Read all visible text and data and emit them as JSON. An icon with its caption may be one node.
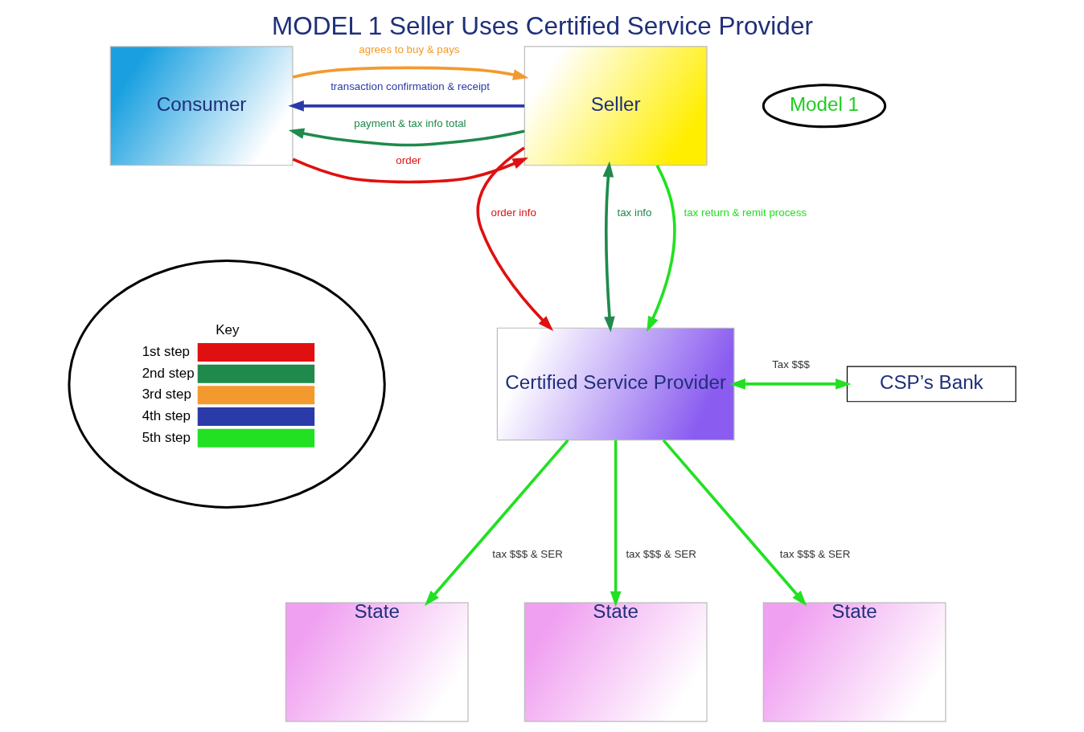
{
  "diagram": {
    "title": "MODEL 1 Seller Uses Certified Service Provider",
    "nodes": [
      {
        "text": [
          "Consumer"
        ]
      },
      {
        "text": [
          "Seller"
        ]
      },
      {
        "text": [
          "Model 1"
        ]
      },
      {
        "text": [
          "Certified Service Provider"
        ]
      },
      {
        "text": [
          "CSP’s Bank"
        ]
      },
      {
        "text": [
          "State"
        ]
      },
      {
        "text": [
          "State"
        ]
      },
      {
        "text": [
          "State"
        ]
      }
    ],
    "edges": [
      {
        "from": 0,
        "to": 1,
        "arrow": "to",
        "label": "order",
        "color": "#e01010"
      },
      {
        "from": 1,
        "to": 0,
        "arrow": "to",
        "label": "payment & tax info total",
        "color": "#1f8a4c"
      },
      {
        "from": 0,
        "to": 1,
        "arrow": "to",
        "label": "agrees to buy & pays",
        "color": "#f39a2e"
      },
      {
        "from": 1,
        "to": 0,
        "arrow": "to",
        "label": "transaction confirmation & receipt",
        "color": "#2a3aa8"
      },
      {
        "from": 1,
        "to": 3,
        "arrow": "to",
        "label": "order info",
        "color": "#e01010"
      },
      {
        "from": 1,
        "to": 3,
        "arrow": "both",
        "label": "tax info",
        "color": "#1f8a4c"
      },
      {
        "from": 1,
        "to": 3,
        "arrow": "to",
        "label": "tax return & remit process"
      },
      {
        "from": 3,
        "to": 4,
        "arrow": "both",
        "label": "Tax $$$"
      },
      {
        "from": 3,
        "to": 5,
        "arrow": "to",
        "label": "tax $$$ & SER"
      },
      {
        "from": 3,
        "to": 6,
        "arrow": "to",
        "label": "tax $$$ & SER"
      },
      {
        "from": 3,
        "to": 7,
        "arrow": "to",
        "label": "tax $$$ & SER"
      }
    ],
    "labels": [
      "Key"
    ],
    "legend": [
      {
        "text": "1st step",
        "color": "#e01010"
      },
      {
        "text": "2nd step",
        "color": "#1f8a4c"
      },
      {
        "text": "3rd step",
        "color": "#f39a2e"
      },
      {
        "text": "4th step",
        "color": "#2a3aa8"
      },
      {
        "text": "5th step",
        "color": "#22e022"
      }
    ]
  }
}
